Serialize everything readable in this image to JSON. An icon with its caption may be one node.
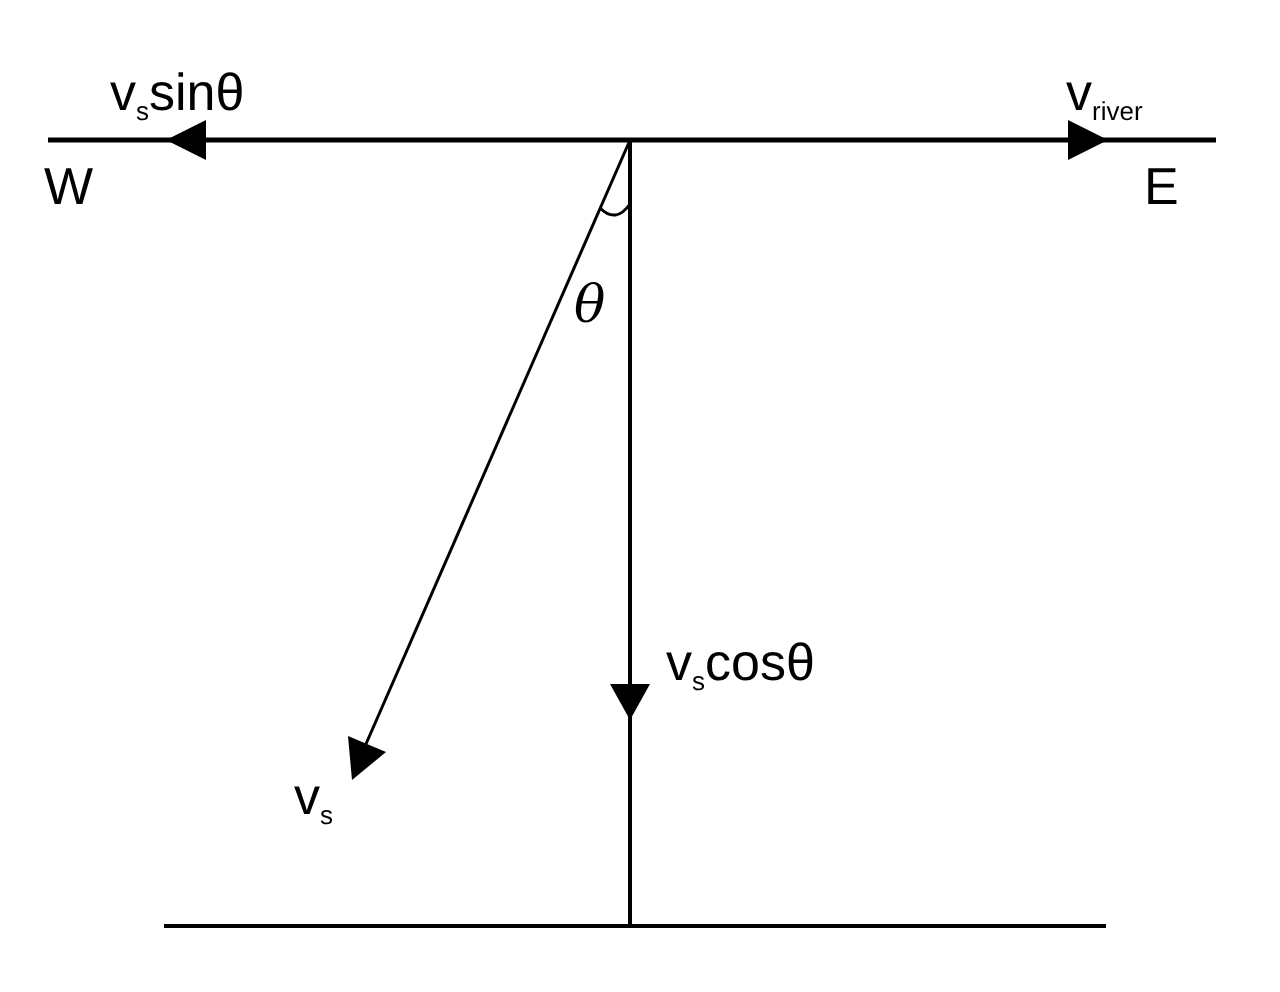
{
  "diagram": {
    "labels": [
      "v$_{s}$sinθ",
      "W",
      "v$_{river}$",
      "E",
      "θ",
      "v$_{s}$cosθ",
      "v$_{s}$"
    ]
  }
}
